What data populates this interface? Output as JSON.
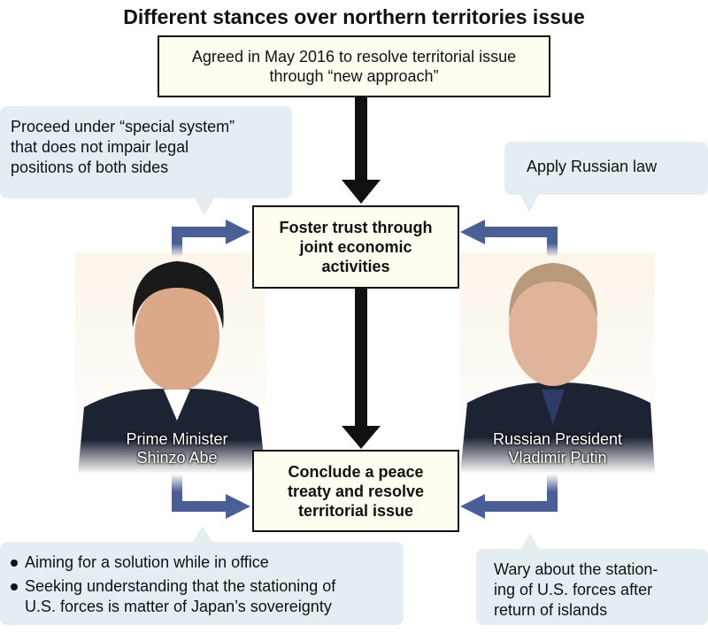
{
  "title": "Different stances over northern territories issue",
  "top_box": {
    "line1": "Agreed in May 2016 to resolve territorial issue",
    "line2": "through “new approach”"
  },
  "middle_box": {
    "line1": "Foster trust through",
    "line2": "joint economic",
    "line3": "activities"
  },
  "bottom_box": {
    "line1": "Conclude a peace",
    "line2": "treaty and resolve",
    "line3": "territorial issue"
  },
  "japan": {
    "name_line1": "Prime Minister",
    "name_line2": "Shinzo Abe",
    "top_callout": {
      "line1": "Proceed under “special system”",
      "line2": "that does not impair legal",
      "line3": "positions of both sides"
    },
    "bottom_callout": {
      "bullet1": "Aiming for a solution while in office",
      "bullet2_line1": "Seeking understanding that the stationing of",
      "bullet2_line2": "U.S. forces is matter of Japan’s sovereignty"
    }
  },
  "russia": {
    "name_line1": "Russian President",
    "name_line2": "Vladimir Putin",
    "top_callout": {
      "line1": "Apply Russian law"
    },
    "bottom_callout": {
      "line1": "Wary about the station-",
      "line2": "ing of U.S. forces after",
      "line3": "return of islands"
    }
  },
  "colors": {
    "arrow_blue": "#4a5f95",
    "callout_bg": "#e4eef2",
    "box_bg": "#fffdf0"
  }
}
